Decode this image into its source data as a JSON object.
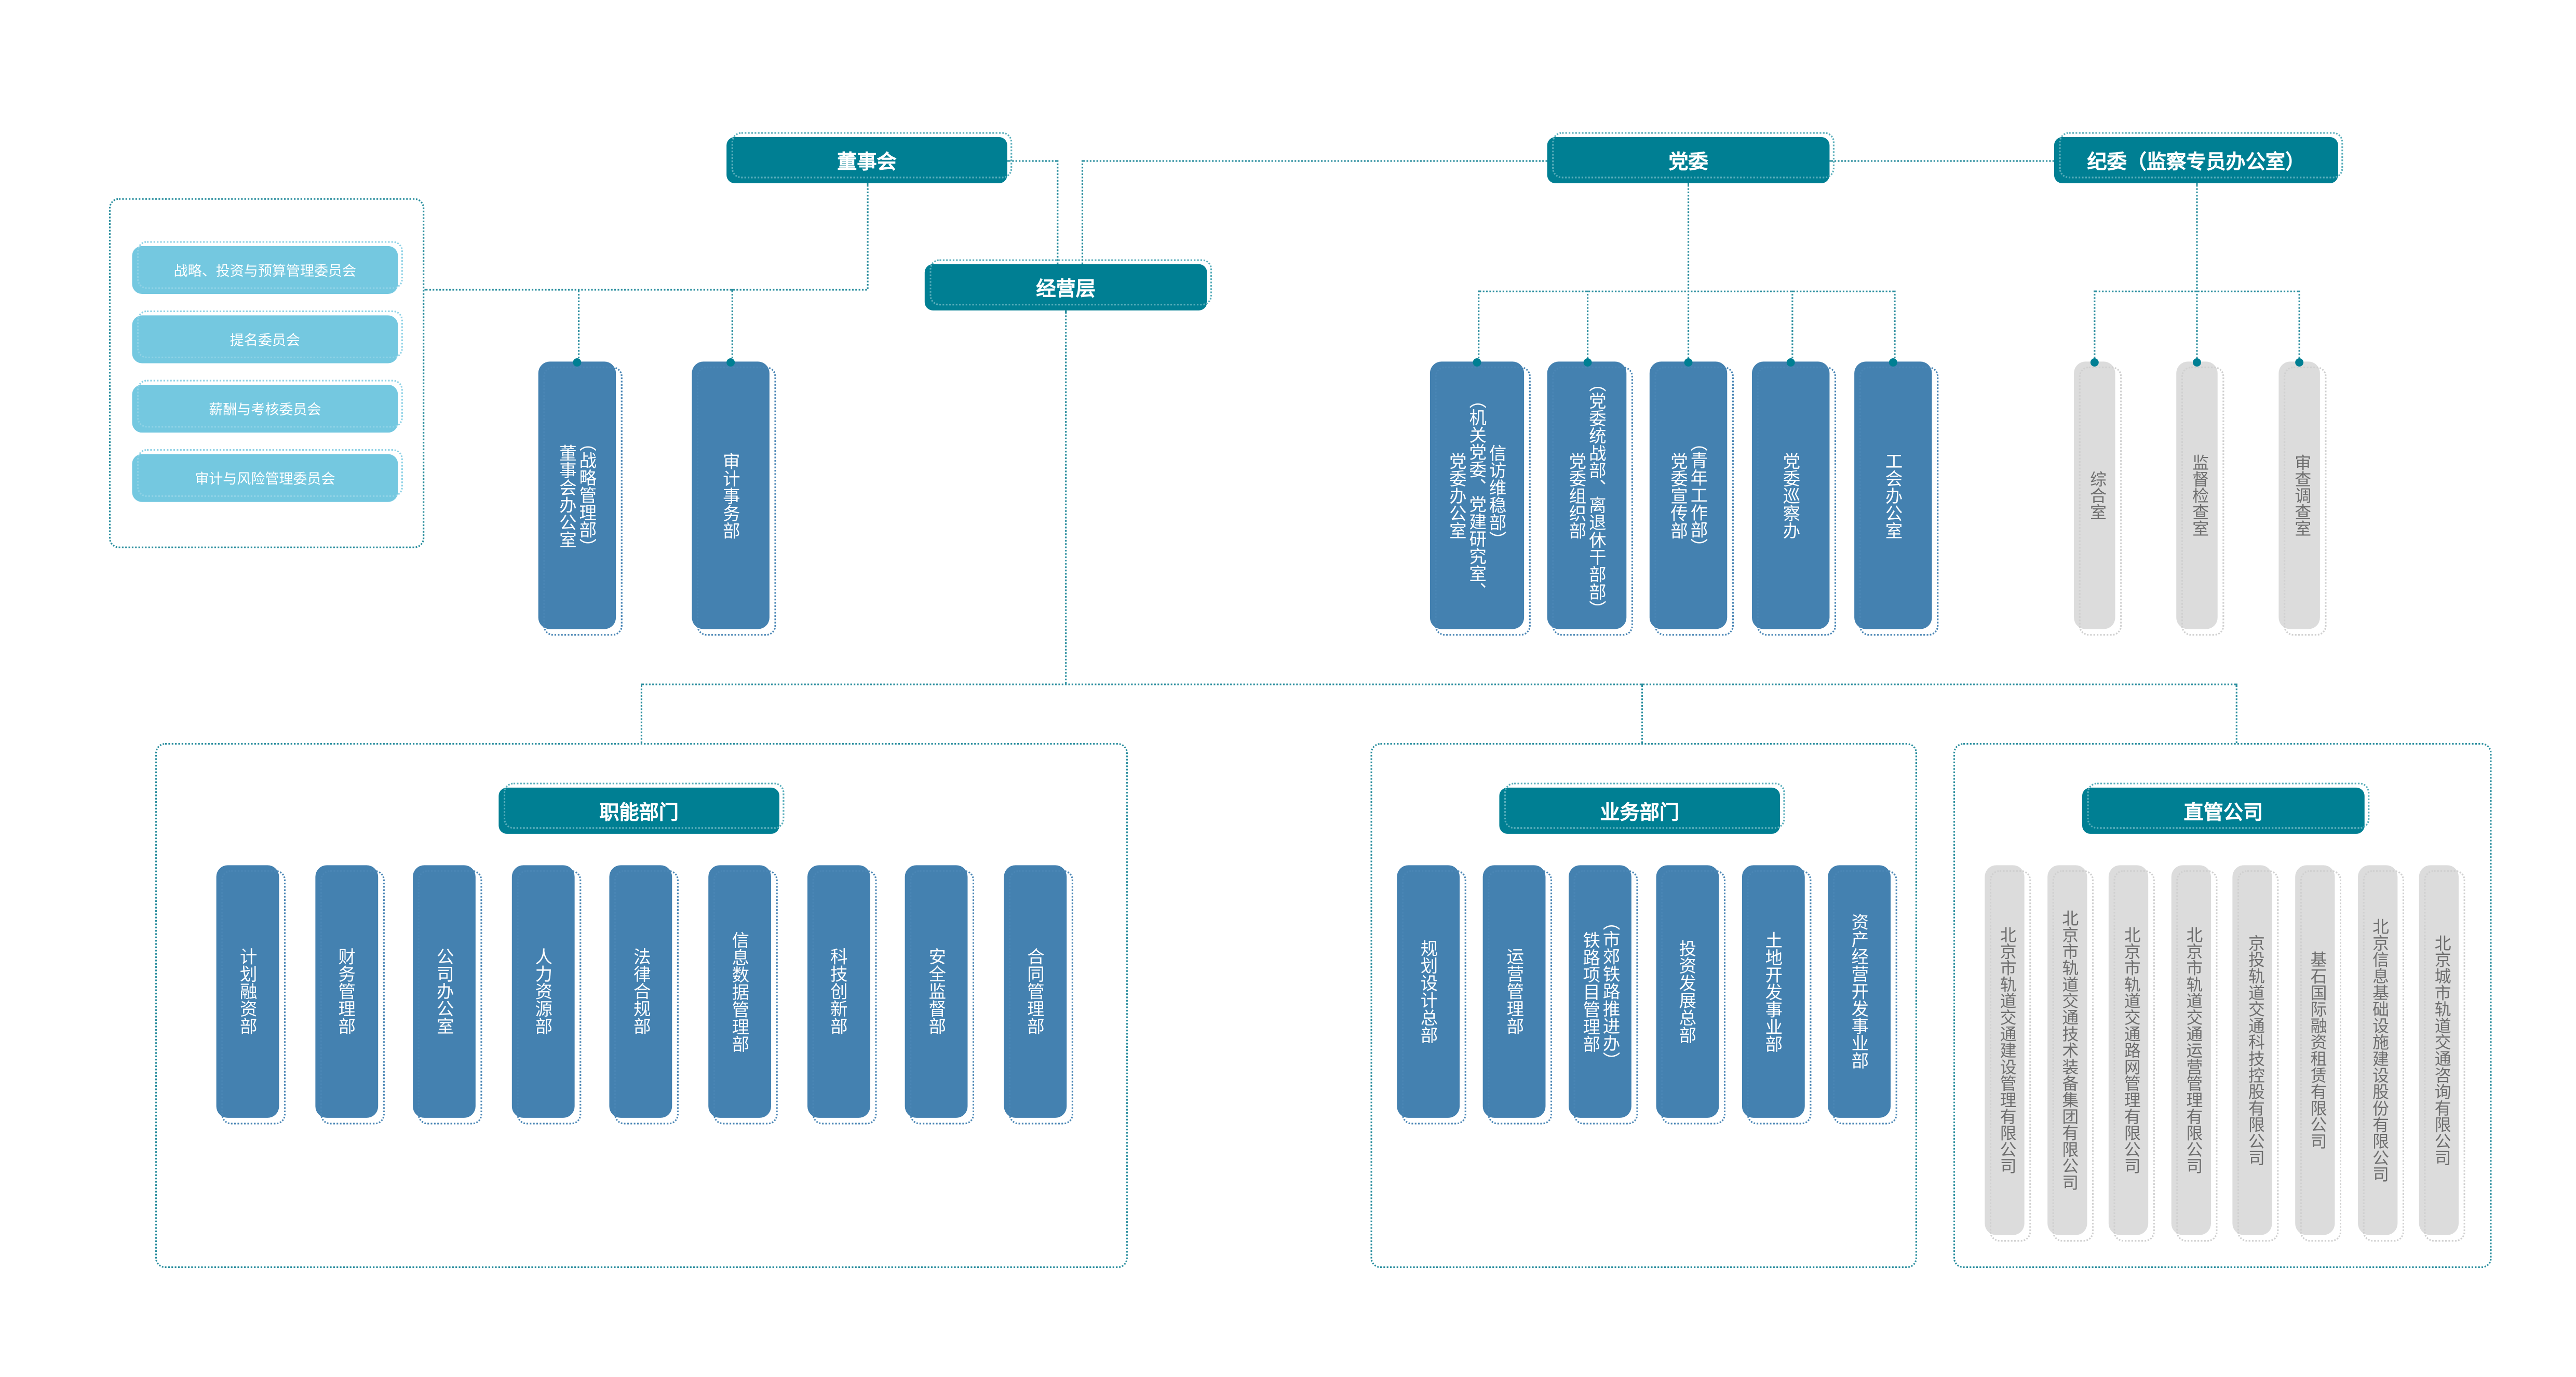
{
  "top": {
    "board": "董事会",
    "party": "党委",
    "discipline": "纪委（监察专员办公室）",
    "management": "经营层"
  },
  "committees": [
    "战略、投资与预算管理委员会",
    "提名委员会",
    "薪酬与考核委员会",
    "审计与风险管理委员会"
  ],
  "board_depts": [
    {
      "lines": [
        "董事会办公室",
        "（战略管理部）"
      ]
    },
    {
      "lines": [
        "审计事务部"
      ]
    }
  ],
  "party_depts": [
    {
      "lines": [
        "党委办公室",
        "（机关党委、党建研究室、",
        "信访维稳部）"
      ]
    },
    {
      "lines": [
        "党委组织部",
        "（党委统战部、离退休干部部）"
      ]
    },
    {
      "lines": [
        "党委宣传部",
        "（青年工作部）"
      ]
    },
    {
      "lines": [
        "党委巡察办"
      ]
    },
    {
      "lines": [
        "工会办公室"
      ]
    }
  ],
  "discipline_depts": [
    {
      "lines": [
        "综合室"
      ]
    },
    {
      "lines": [
        "监督检查室"
      ]
    },
    {
      "lines": [
        "审查调查室"
      ]
    }
  ],
  "groups": {
    "functional": {
      "title": "职能部门",
      "items": [
        {
          "lines": [
            "计划融资部"
          ]
        },
        {
          "lines": [
            "财务管理部"
          ]
        },
        {
          "lines": [
            "公司办公室"
          ]
        },
        {
          "lines": [
            "人力资源部"
          ]
        },
        {
          "lines": [
            "法律合规部"
          ]
        },
        {
          "lines": [
            "信息数据管理部"
          ]
        },
        {
          "lines": [
            "科技创新部"
          ]
        },
        {
          "lines": [
            "安全监督部"
          ]
        },
        {
          "lines": [
            "合同管理部"
          ]
        }
      ]
    },
    "business": {
      "title": "业务部门",
      "items": [
        {
          "lines": [
            "规划设计总部"
          ]
        },
        {
          "lines": [
            "运营管理部"
          ]
        },
        {
          "lines": [
            "铁路项目管理部",
            "（市郊铁路推进办）"
          ]
        },
        {
          "lines": [
            "投资发展总部"
          ]
        },
        {
          "lines": [
            "土地开发事业部"
          ]
        },
        {
          "lines": [
            "资产经营开发事业部"
          ]
        }
      ]
    },
    "companies": {
      "title": "直管公司",
      "items": [
        {
          "lines": [
            "北京市轨道交通建设管理有限公司"
          ]
        },
        {
          "lines": [
            "北京市轨道交通技术装备集团有限公司"
          ]
        },
        {
          "lines": [
            "北京市轨道交通路网管理有限公司"
          ]
        },
        {
          "lines": [
            "北京市轨道交通运营管理有限公司"
          ]
        },
        {
          "lines": [
            "京投轨道交通科技控股有限公司"
          ]
        },
        {
          "lines": [
            "基石国际融资租赁有限公司"
          ]
        },
        {
          "lines": [
            "北京信息基础设施建设股份有限公司"
          ]
        },
        {
          "lines": [
            "北京城市轨道交通咨询有限公司"
          ]
        }
      ]
    }
  },
  "colors": {
    "header_teal": "#007f93",
    "dept_blue": "#4481b0",
    "committee_light_blue": "#74c8e0",
    "company_gray": "#dcdcdc",
    "connector": "#2a8e9e"
  }
}
